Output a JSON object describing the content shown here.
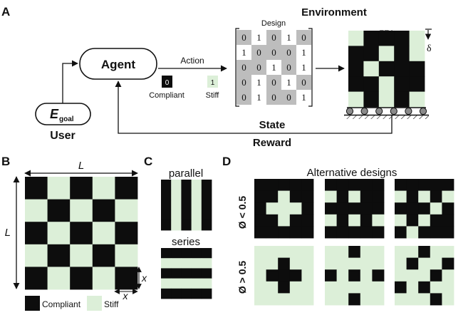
{
  "panel_labels": {
    "a": "A",
    "b": "B",
    "c": "C",
    "d": "D"
  },
  "colors": {
    "compliant": "#0d0d0d",
    "stiff": "#dcefd8",
    "matrix_gray": "#bdbdbd",
    "matrix_white": "#ffffff",
    "line": "#111111"
  },
  "panel_a": {
    "user_label": "User",
    "goal_symbol": "E",
    "goal_subscript": "goal",
    "agent_label": "Agent",
    "action_label": "Action",
    "environment_label": "Environment",
    "design_label": "Design",
    "fea_label": "FEA",
    "delta_symbol": "δ",
    "state_label": "State",
    "reward_label": "Reward",
    "legend": [
      {
        "value": "0",
        "label": "Compliant",
        "material": "compliant"
      },
      {
        "value": "1",
        "label": "Stiff",
        "material": "stiff"
      }
    ],
    "design_matrix": [
      [
        0,
        1,
        0,
        1,
        0
      ],
      [
        1,
        0,
        0,
        0,
        1
      ],
      [
        0,
        0,
        1,
        0,
        1
      ],
      [
        0,
        1,
        0,
        1,
        0
      ],
      [
        0,
        1,
        0,
        0,
        1
      ]
    ],
    "fea_grid": [
      [
        1,
        0,
        0,
        0,
        1
      ],
      [
        0,
        0,
        1,
        0,
        1
      ],
      [
        0,
        1,
        0,
        0,
        0
      ],
      [
        0,
        0,
        1,
        0,
        0
      ],
      [
        1,
        0,
        1,
        0,
        1
      ]
    ]
  },
  "panel_b": {
    "dimension_label": "L",
    "cell_label": "x",
    "grid": [
      [
        0,
        1,
        0,
        1,
        0
      ],
      [
        1,
        0,
        1,
        0,
        1
      ],
      [
        0,
        1,
        0,
        1,
        0
      ],
      [
        1,
        0,
        1,
        0,
        1
      ],
      [
        0,
        1,
        0,
        1,
        0
      ]
    ],
    "legend": [
      {
        "label": "Compliant",
        "material": "compliant"
      },
      {
        "label": "Stiff",
        "material": "stiff"
      }
    ]
  },
  "panel_c": {
    "parallel_label": "parallel",
    "series_label": "series",
    "parallel_grid": [
      [
        0,
        1,
        0,
        1,
        0
      ],
      [
        0,
        1,
        0,
        1,
        0
      ],
      [
        0,
        1,
        0,
        1,
        0
      ],
      [
        0,
        1,
        0,
        1,
        0
      ],
      [
        0,
        1,
        0,
        1,
        0
      ]
    ],
    "series_grid": [
      [
        0,
        0,
        0,
        0,
        0
      ],
      [
        1,
        1,
        1,
        1,
        1
      ],
      [
        0,
        0,
        0,
        0,
        0
      ],
      [
        1,
        1,
        1,
        1,
        1
      ],
      [
        0,
        0,
        0,
        0,
        0
      ]
    ]
  },
  "panel_d": {
    "title": "Alternative designs",
    "rows": [
      {
        "label": "Ø < 0.5",
        "designs": [
          [
            [
              0,
              0,
              0,
              0,
              0
            ],
            [
              0,
              0,
              1,
              0,
              0
            ],
            [
              0,
              1,
              1,
              1,
              0
            ],
            [
              0,
              0,
              1,
              0,
              0
            ],
            [
              0,
              0,
              0,
              0,
              0
            ]
          ],
          [
            [
              0,
              0,
              0,
              0,
              0
            ],
            [
              1,
              0,
              1,
              0,
              0
            ],
            [
              0,
              0,
              0,
              0,
              0
            ],
            [
              1,
              0,
              1,
              0,
              1
            ],
            [
              0,
              0,
              0,
              0,
              0
            ]
          ],
          [
            [
              0,
              0,
              0,
              0,
              0
            ],
            [
              1,
              0,
              1,
              0,
              1
            ],
            [
              0,
              0,
              0,
              1,
              0
            ],
            [
              1,
              0,
              1,
              0,
              0
            ],
            [
              0,
              1,
              0,
              0,
              0
            ]
          ]
        ]
      },
      {
        "label": "Ø > 0.5",
        "designs": [
          [
            [
              1,
              1,
              1,
              1,
              1
            ],
            [
              1,
              1,
              0,
              1,
              1
            ],
            [
              1,
              0,
              0,
              0,
              1
            ],
            [
              1,
              1,
              0,
              1,
              1
            ],
            [
              1,
              1,
              1,
              1,
              1
            ]
          ],
          [
            [
              1,
              1,
              0,
              1,
              1
            ],
            [
              1,
              1,
              1,
              1,
              1
            ],
            [
              0,
              1,
              0,
              1,
              0
            ],
            [
              1,
              1,
              1,
              1,
              1
            ],
            [
              1,
              1,
              0,
              1,
              1
            ]
          ],
          [
            [
              1,
              1,
              0,
              1,
              1
            ],
            [
              1,
              0,
              1,
              1,
              0
            ],
            [
              1,
              1,
              1,
              0,
              1
            ],
            [
              0,
              1,
              0,
              1,
              1
            ],
            [
              1,
              1,
              1,
              0,
              1
            ]
          ]
        ]
      }
    ]
  }
}
